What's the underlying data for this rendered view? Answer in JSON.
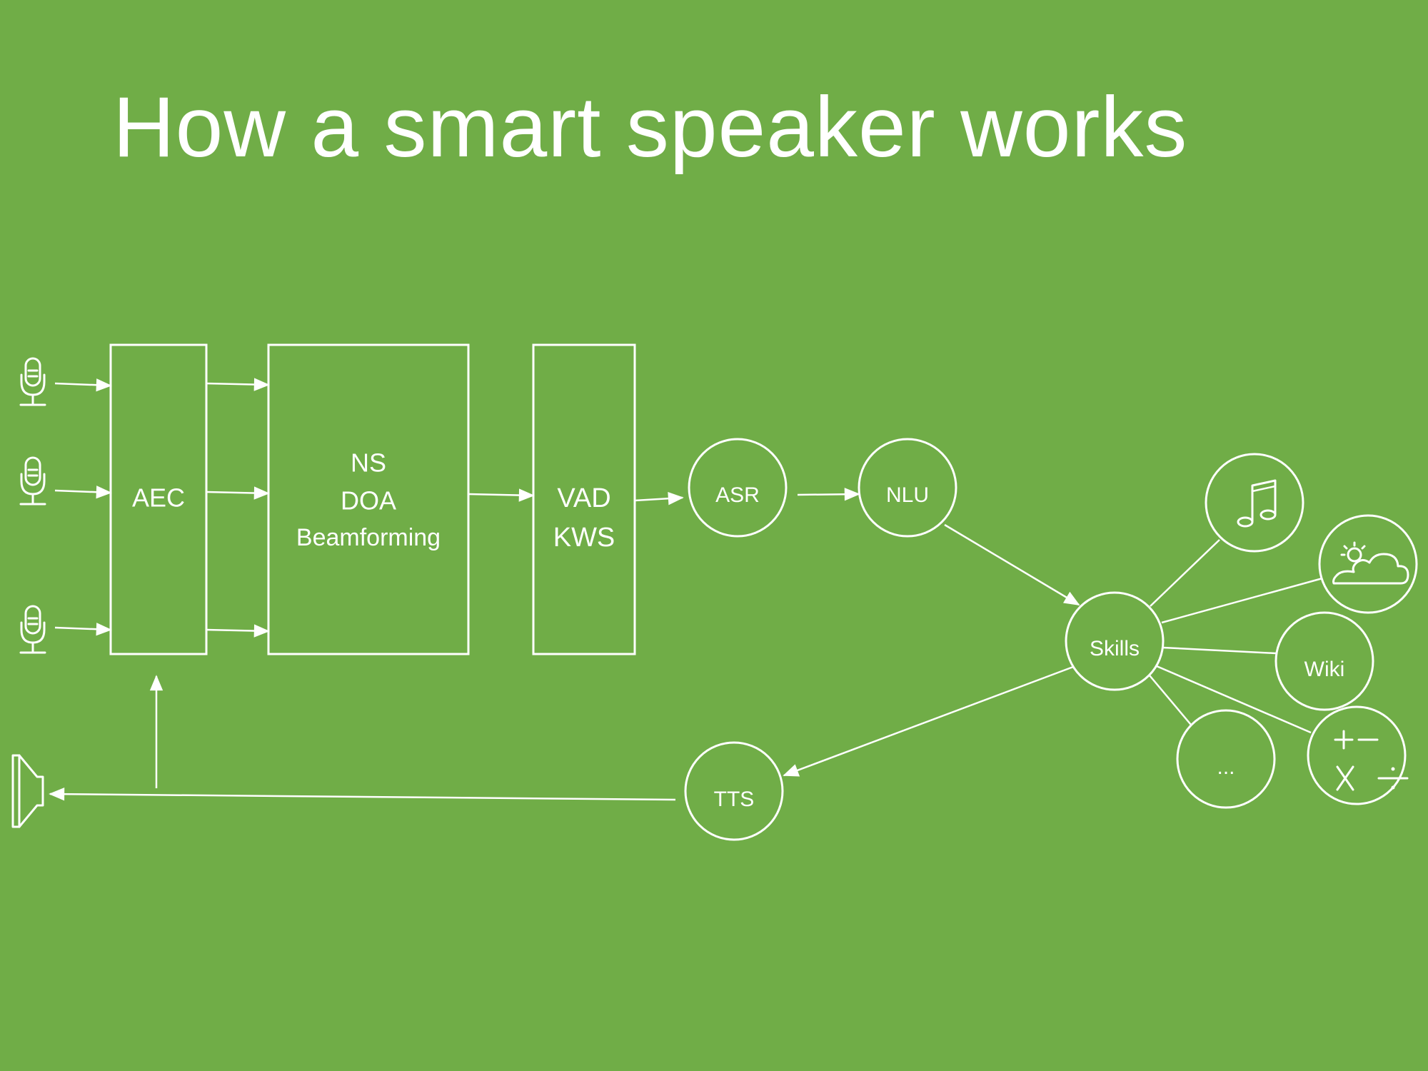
{
  "title": "How a smart speaker works",
  "blocks": {
    "aec": "AEC",
    "ns": "NS",
    "doa": "DOA",
    "beamforming": "Beamforming",
    "vad": "VAD",
    "kws": "KWS"
  },
  "nodes": {
    "asr": "ASR",
    "nlu": "NLU",
    "skills": "Skills",
    "tts": "TTS",
    "wiki": "Wiki",
    "more": "..."
  },
  "icons": {
    "microphone": "microphone-icon",
    "speaker": "speaker-icon",
    "music": "music-note-icon",
    "weather": "weather-icon",
    "calculator": "calculator-icon"
  },
  "colors": {
    "background": "#70ad47",
    "foreground": "#ffffff"
  }
}
